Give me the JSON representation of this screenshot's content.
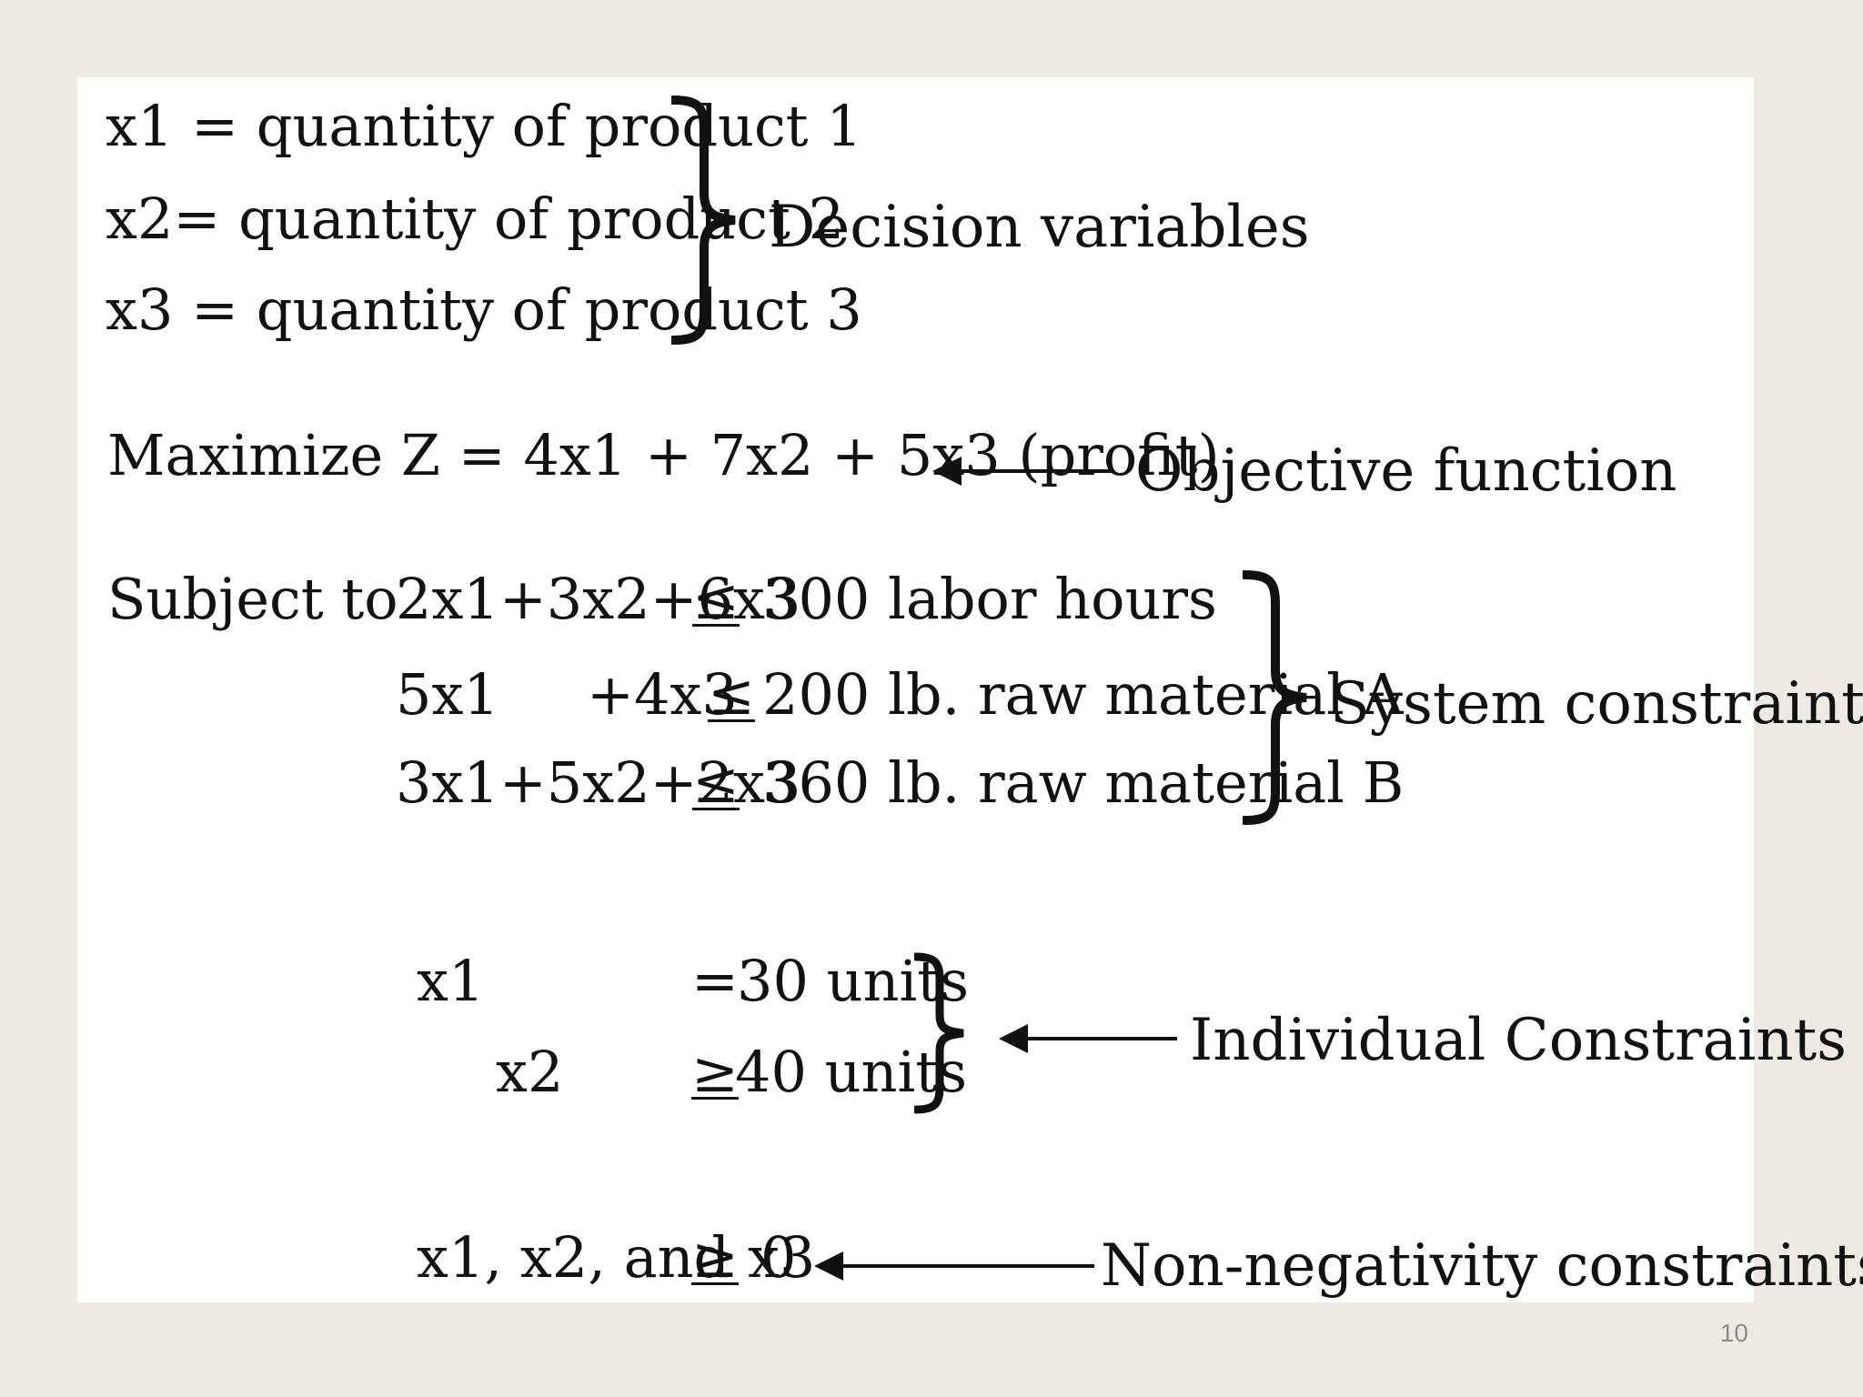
{
  "decision_vars": {
    "lines": [
      "x1 = quantity of product 1",
      "x2= quantity of product 2",
      "x3 = quantity of product 3"
    ],
    "label": "Decision variables"
  },
  "objective": {
    "expression": "Maximize Z = 4x1 + 7x2 + 5x3 (profit)",
    "label": "Objective function"
  },
  "system_constraints": {
    "intro": "Subject to",
    "rows": [
      {
        "lhs_a": "2x1+3x2+6x3",
        "lhs_b": "",
        "op": "≤",
        "rhs": "300 labor hours"
      },
      {
        "lhs_a": "5x1",
        "lhs_b": "+4x3",
        "op": "≤",
        "rhs": "200 lb. raw material A"
      },
      {
        "lhs_a": "3x1+5x2+2x3",
        "lhs_b": "",
        "op": "≤",
        "rhs": "360 lb. raw material B"
      }
    ],
    "label": "System constraints"
  },
  "individual_constraints": {
    "rows": [
      {
        "var": "x1",
        "op": "=",
        "rhs": "30 units"
      },
      {
        "var": "x2",
        "op": "≥",
        "rhs": "40 units"
      }
    ],
    "label": "Individual Constraints"
  },
  "nonnegativity": {
    "expression_prefix": "x1, x2, and x3",
    "op": "≥",
    "value": "0",
    "label": "Non-negativity constraints"
  },
  "slide_number": "10"
}
